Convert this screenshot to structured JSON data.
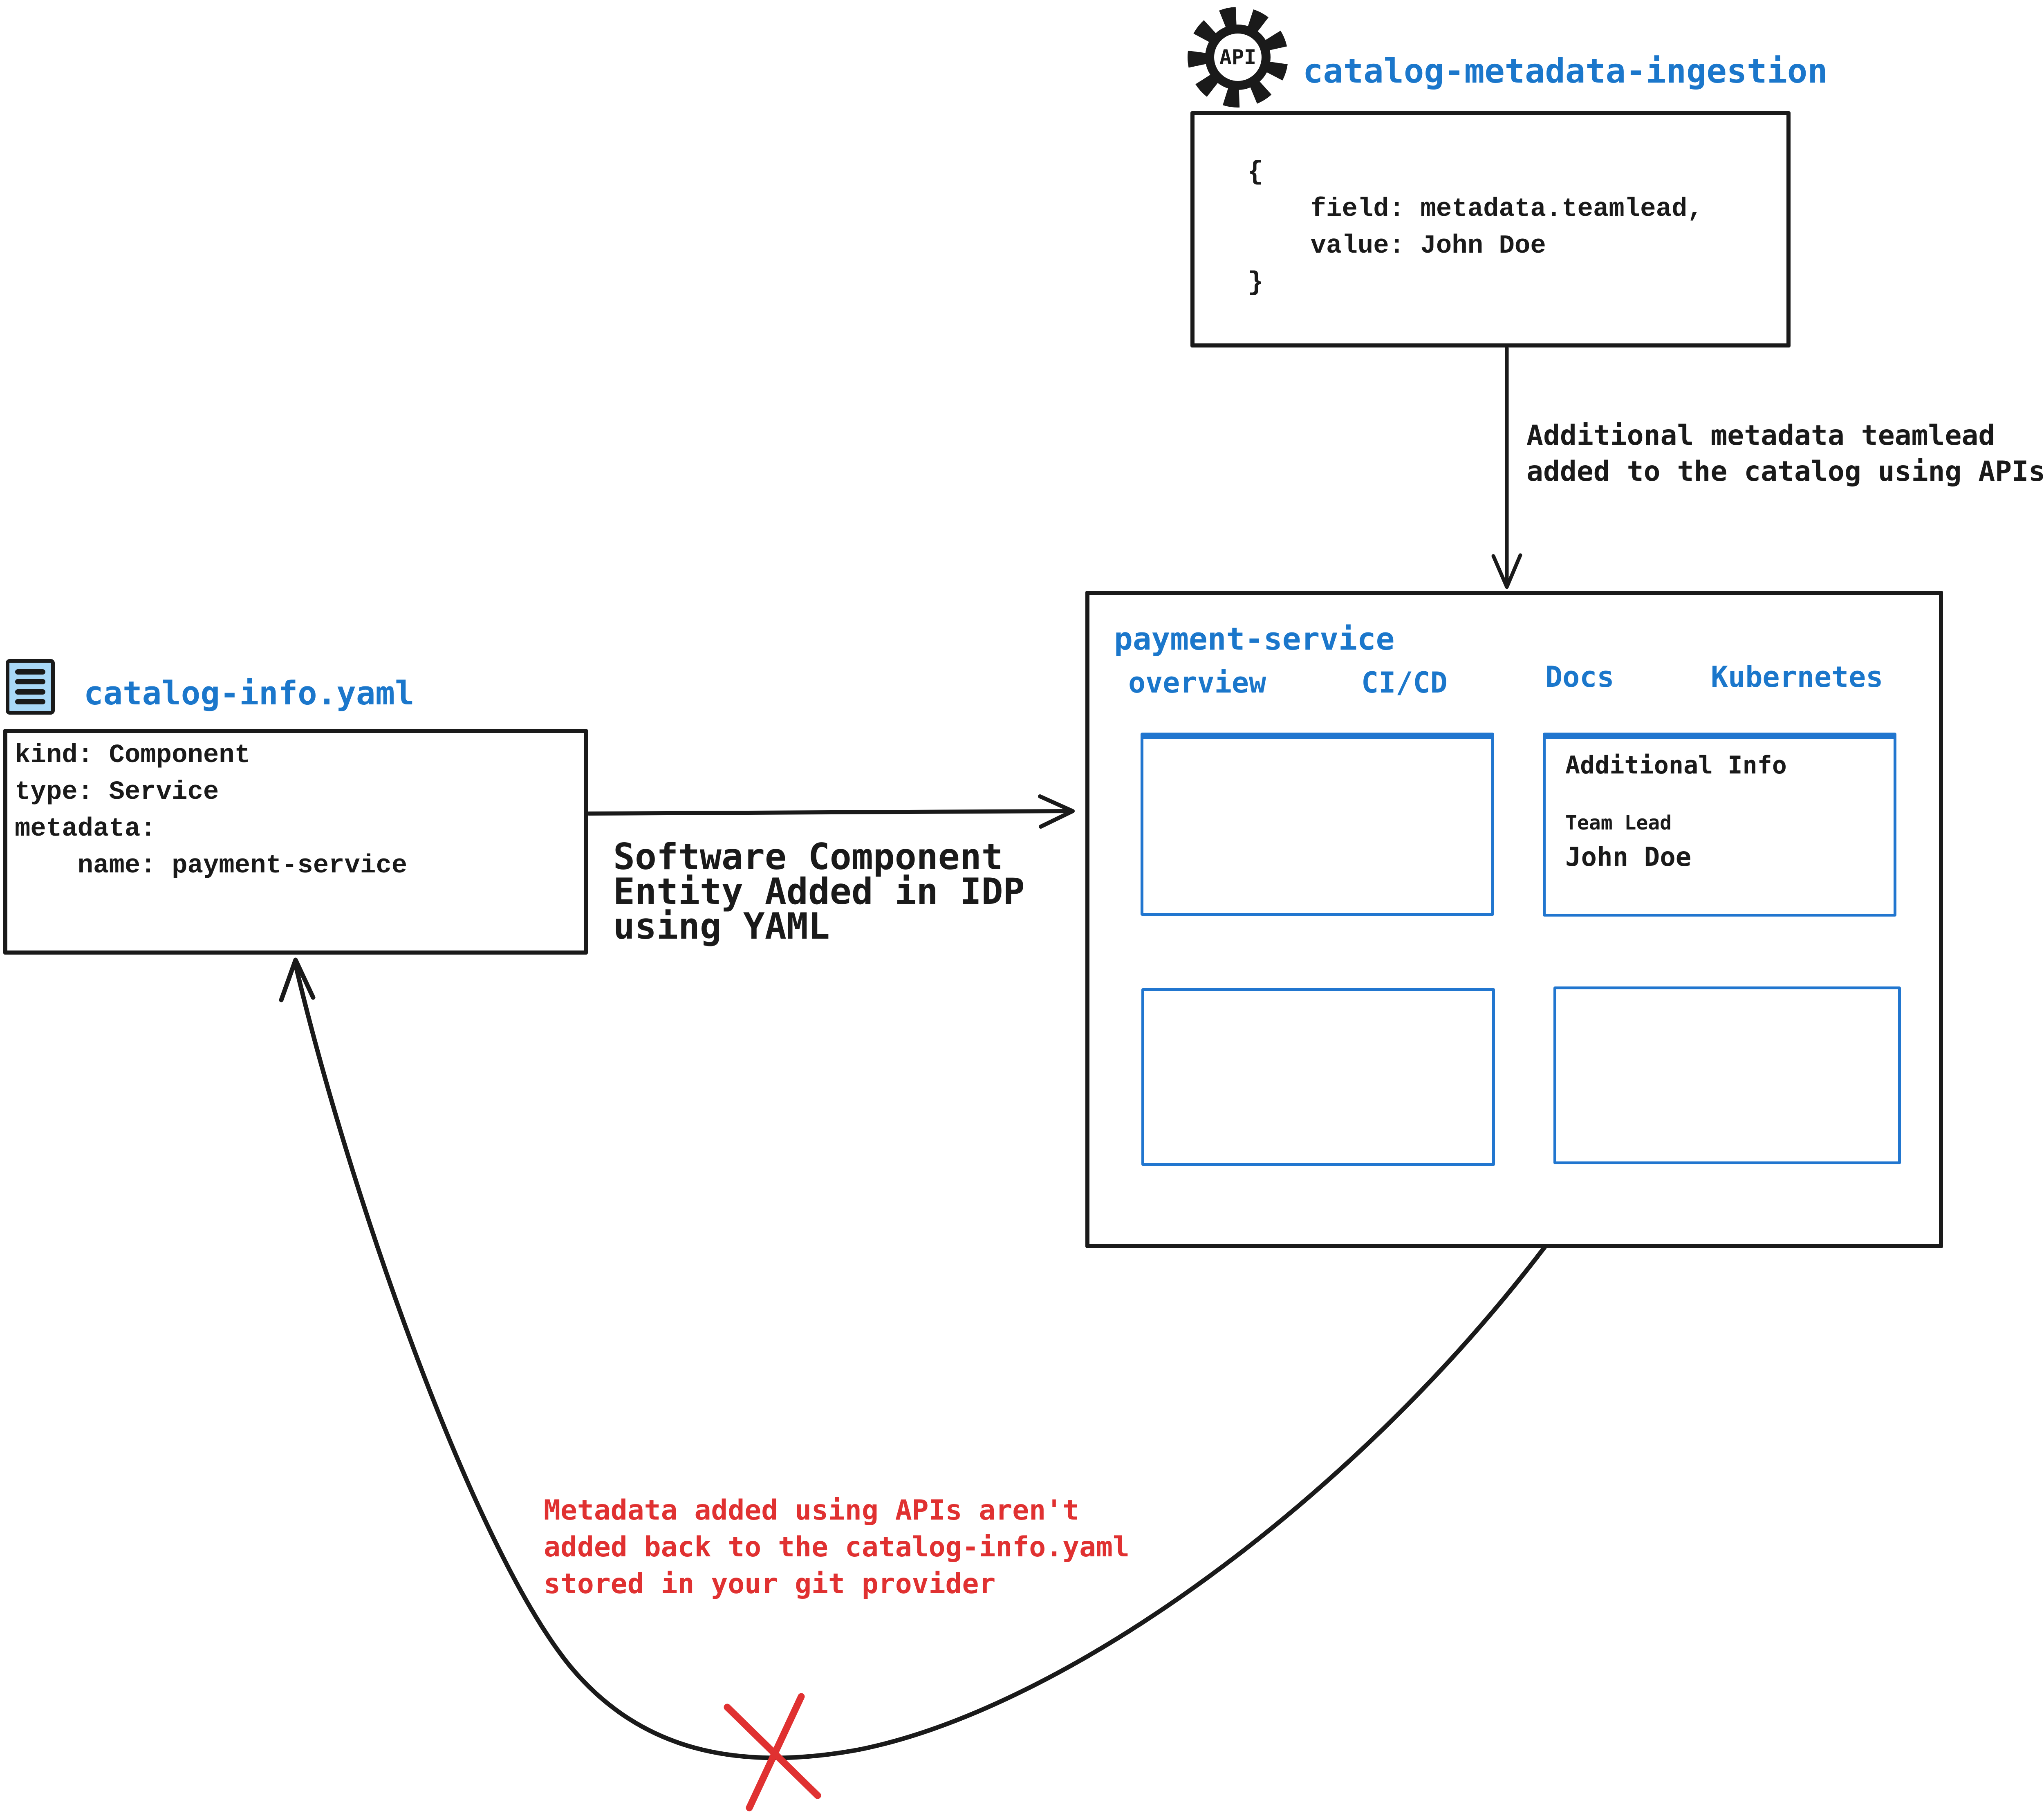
{
  "api_box": {
    "icon_label": "API",
    "title": "catalog-metadata-ingestion",
    "code": "{\n    field: metadata.teamlead,\n    value: John Doe\n}"
  },
  "arrows": {
    "api_to_idp_label": "Additional metadata teamlead\nadded to the catalog using APIs",
    "yaml_to_idp_label": "Software Component\nEntity Added in IDP\nusing YAML",
    "return_label": "Metadata added using APIs aren't\nadded back to the catalog-info.yaml\nstored in your git provider"
  },
  "yaml_file": {
    "title": "catalog-info.yaml",
    "code": "kind: Component\ntype: Service\nmetadata:\n    name: payment-service"
  },
  "idp": {
    "title": "payment-service",
    "tabs": [
      "overview",
      "CI/CD",
      "Docs",
      "Kubernetes"
    ],
    "docs_panel": {
      "heading": "Additional Info",
      "field_label": "Team Lead",
      "field_value": "John Doe"
    }
  },
  "colors": {
    "accent_blue": "#1b77cb",
    "panel_blue": "#2176cf",
    "ink": "#1a1a1a",
    "alert_red": "#e03131",
    "icon_fill": "#a9d8f7"
  }
}
